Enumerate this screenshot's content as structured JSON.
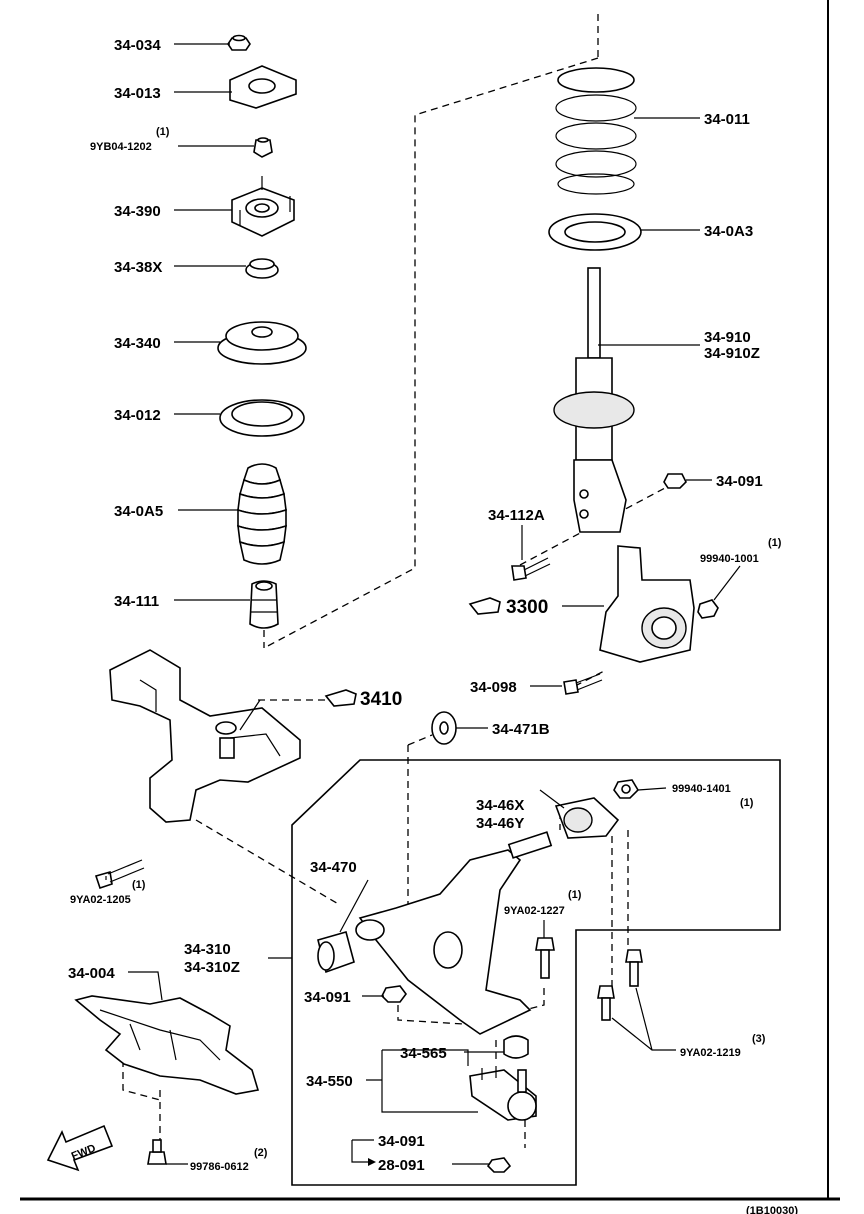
{
  "callouts": {
    "p34034": "34-034",
    "p34013": "34-013",
    "p9yb04_qty": "(1)",
    "p9yb04": "9YB04-1202",
    "p34390": "34-390",
    "p3438x": "34-38X",
    "p34340": "34-340",
    "p34012": "34-012",
    "p340a5": "34-0A5",
    "p34111": "34-111",
    "p34011": "34-011",
    "p340a3": "34-0A3",
    "p34910": "34-910",
    "p34910z": "34-910Z",
    "p34091a": "34-091",
    "p34112a": "34-112A",
    "p99940_1001_qty": "(1)",
    "p99940_1001": "99940-1001",
    "p3300": "3300",
    "p34098": "34-098",
    "p3410": "3410",
    "p34471b": "34-471B",
    "p3446x": "34-46X",
    "p3446y": "34-46Y",
    "p99940_1401_qty": "(1)",
    "p99940_1401": "99940-1401",
    "p9ya02_1205_qty": "(1)",
    "p9ya02_1205": "9YA02-1205",
    "p34470": "34-470",
    "p9ya02_1227_qty": "(1)",
    "p9ya02_1227": "9YA02-1227",
    "p34310": "34-310",
    "p34310z": "34-310Z",
    "p34004": "34-004",
    "p34091b": "34-091",
    "p34565": "34-565",
    "p34550": "34-550",
    "p9ya02_1219_qty": "(3)",
    "p9ya02_1219": "9YA02-1219",
    "p34091c": "34-091",
    "p28091": "28-091",
    "p99786_qty": "(2)",
    "p99786": "99786-0612",
    "fwd": "FWD",
    "footer_code": "(1B10030)"
  }
}
